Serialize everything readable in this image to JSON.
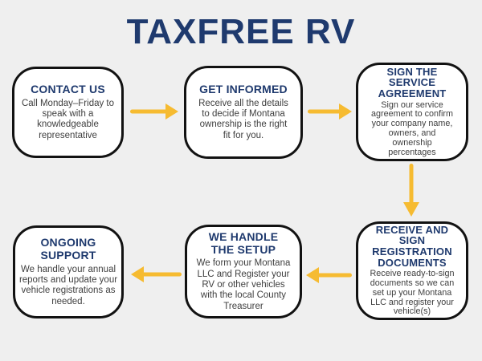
{
  "title": "TAXFREE RV",
  "colors": {
    "background": "#efefef",
    "navy": "#1f3a6e",
    "arrow": "#f6bb31",
    "box_border": "#121212",
    "box_fill": "#ffffff",
    "body_text": "#3f3f3f"
  },
  "steps": [
    {
      "id": "contact-us",
      "heading": "CONTACT US",
      "body": "Call Monday–Friday to\nspeak with a\nknowledgeable\nrepresentative"
    },
    {
      "id": "get-informed",
      "heading": "GET INFORMED",
      "body": "Receive all the details\nto decide if Montana\nownership is the right\nfit for you."
    },
    {
      "id": "sign-the-service-agreement",
      "heading": "SIGN THE\nSERVICE\nAGREEMENT",
      "body": "Sign our service\nagreement to confirm\nyour company name,\nowners, and\nownership\npercentages"
    },
    {
      "id": "receive-and-sign-registration-documents",
      "heading": "RECEIVE AND\nSIGN\nREGISTRATION\nDOCUMENTS",
      "body": "Receive ready-to-sign\ndocuments so we can\nset up your Montana\nLLC and register your\nvehicle(s)"
    },
    {
      "id": "we-handle-the-setup",
      "heading": "WE HANDLE\nTHE SETUP",
      "body": "We form your Montana\nLLC and Register your\nRV or other vehicles\nwith the local County\nTreasurer"
    },
    {
      "id": "ongoing-support",
      "heading": "ONGOING\nSUPPORT",
      "body": "We handle your annual\nreports and update your\nvehicle registrations as\nneeded."
    }
  ],
  "arrows": [
    {
      "from": "contact-us",
      "to": "get-informed",
      "direction": "right"
    },
    {
      "from": "get-informed",
      "to": "sign-the-service-agreement",
      "direction": "right"
    },
    {
      "from": "sign-the-service-agreement",
      "to": "receive-and-sign-registration-documents",
      "direction": "down"
    },
    {
      "from": "receive-and-sign-registration-documents",
      "to": "we-handle-the-setup",
      "direction": "left"
    },
    {
      "from": "we-handle-the-setup",
      "to": "ongoing-support",
      "direction": "left"
    }
  ]
}
